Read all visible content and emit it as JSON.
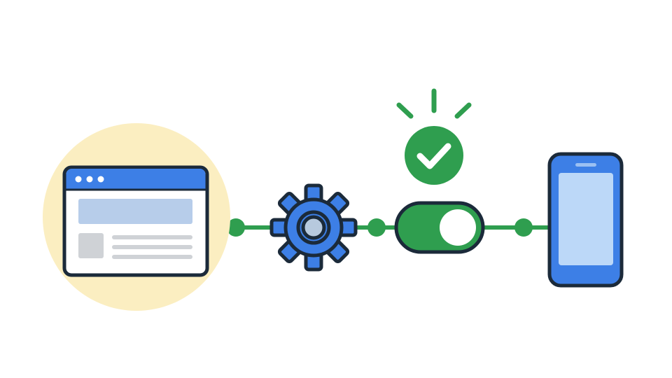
{
  "diagram": {
    "nodes": [
      {
        "id": "browser",
        "kind": "browser-window",
        "window_dots": 3,
        "highlighted": true
      },
      {
        "id": "settings",
        "kind": "gear"
      },
      {
        "id": "toggle",
        "kind": "toggle-switch",
        "state": "on"
      },
      {
        "id": "mobile",
        "kind": "smartphone"
      }
    ],
    "badge": {
      "kind": "success-check",
      "attached_to": "toggle",
      "rays": 3
    },
    "connectors": [
      {
        "from": "browser",
        "to": "settings",
        "junction_dot": true
      },
      {
        "from": "settings",
        "to": "toggle",
        "junction_dot": true
      },
      {
        "from": "toggle",
        "to": "mobile",
        "junction_dot": true
      }
    ],
    "colors": {
      "outline": "#1b2a3a",
      "blue": "#3d7fe6",
      "blue_light": "#bcd8f8",
      "green": "#2f9e4f",
      "highlight": "#fbeec1",
      "screen_bar": "#b7cdea",
      "gray": "#cfd2d6"
    },
    "icons": [
      "browser-window-icon",
      "gear-icon",
      "toggle-switch-icon",
      "check-badge-icon",
      "smartphone-icon"
    ]
  }
}
